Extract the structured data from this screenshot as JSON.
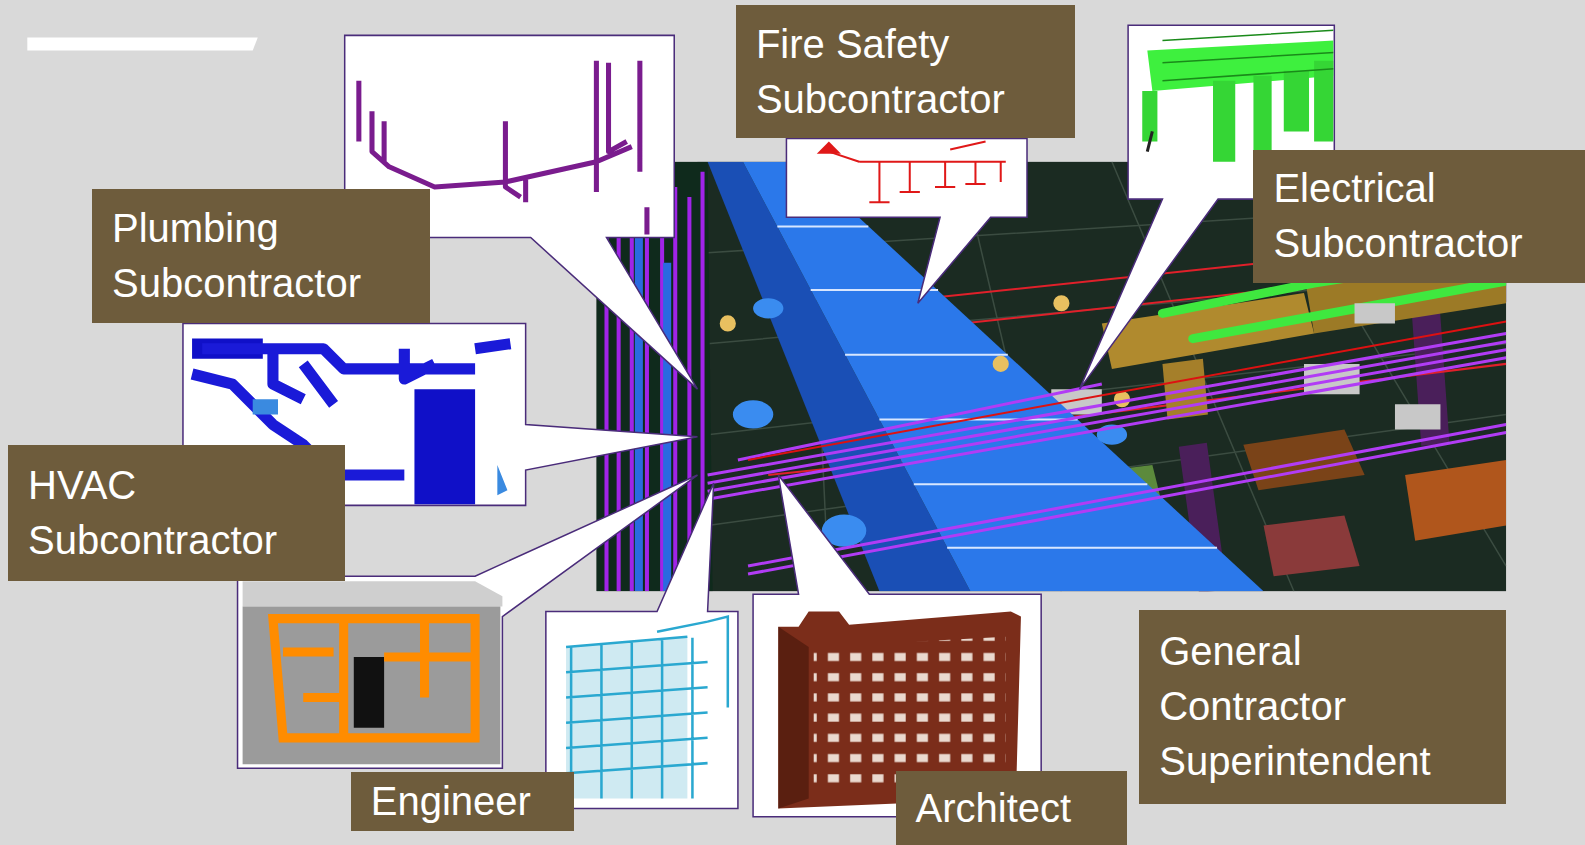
{
  "diagram": {
    "nodes": [
      {
        "text": [
          "Fire Safety Subcontractor"
        ]
      },
      {
        "text": [
          "Plumbing Subcontractor"
        ]
      },
      {
        "text": [
          "Electrical Subcontractor"
        ]
      },
      {
        "text": [
          "HVAC Subcontractor"
        ]
      },
      {
        "text": [
          "General Contractor Superintendent"
        ]
      },
      {
        "text": [
          "Engineer"
        ]
      },
      {
        "text": [
          "Architect"
        ]
      }
    ]
  }
}
